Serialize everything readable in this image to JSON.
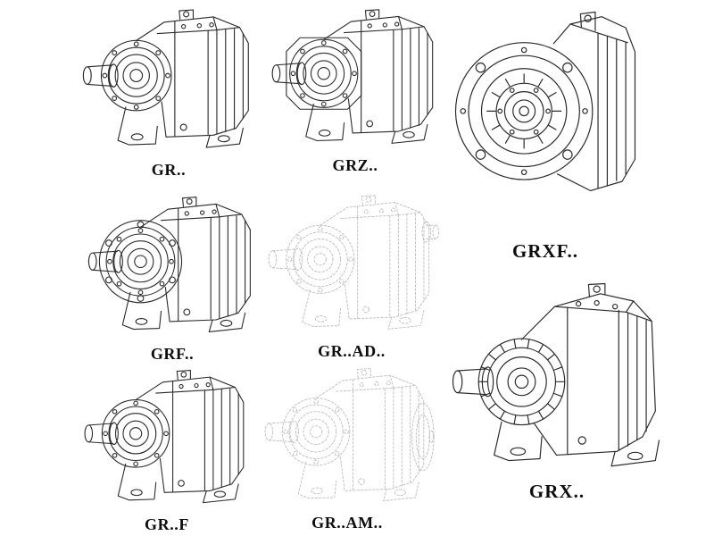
{
  "page": {
    "background": "#ffffff",
    "line_color": "#2b2b2b",
    "ghost_line_color": "#bdbdbd",
    "label_color": "#0d0d0d"
  },
  "figures": [
    {
      "label": "GR..",
      "drawing": "helical-gearbox-foot-mounted-isometric"
    },
    {
      "label": "GRZ..",
      "drawing": "helical-gearbox-octagonal-front-flange-isometric"
    },
    {
      "label": "GRXF..",
      "drawing": "helical-gearbox-round-flange-front-view"
    },
    {
      "label": "GRF..",
      "drawing": "helical-gearbox-round-flange-isometric"
    },
    {
      "label": "GR..AD..",
      "drawing": "helical-gearbox-input-shaft-adapter-ghost-outline"
    },
    {
      "label": "GR..F",
      "drawing": "helical-gearbox-foot-mounted-isometric"
    },
    {
      "label": "GR..AM..",
      "drawing": "helical-gearbox-motor-adapter-flange-ghost-outline"
    },
    {
      "label": "GRX..",
      "drawing": "large-helical-gearbox-finned-bearing-foot-mounted-isometric"
    }
  ]
}
